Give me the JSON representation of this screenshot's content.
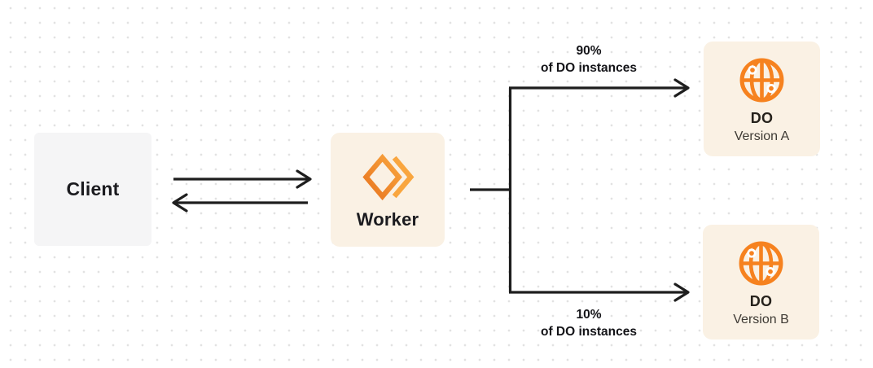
{
  "client": {
    "label": "Client"
  },
  "worker": {
    "label": "Worker"
  },
  "branches": [
    {
      "percent": "90%",
      "caption": "of DO instances",
      "box": {
        "title": "DO",
        "subtitle": "Version A"
      }
    },
    {
      "percent": "10%",
      "caption": "of DO instances",
      "box": {
        "title": "DO",
        "subtitle": "Version B"
      }
    }
  ],
  "icons": {
    "worker": "cloudflare-workers-chevrons-icon",
    "durable_object": "globe-icon"
  },
  "colors": {
    "accent_orange": "#F6821F",
    "accent_orange_dark": "#E8751F",
    "accent_orange_light": "#F9A63F",
    "box_cream": "#FAF1E4",
    "box_gray": "#F5F5F6",
    "line_dark": "#1E1E1E",
    "text_dark": "#1B1B1F",
    "text_muted": "#3E3A34",
    "dot_grid": "#E2E2E2",
    "background": "#FFFFFF"
  }
}
